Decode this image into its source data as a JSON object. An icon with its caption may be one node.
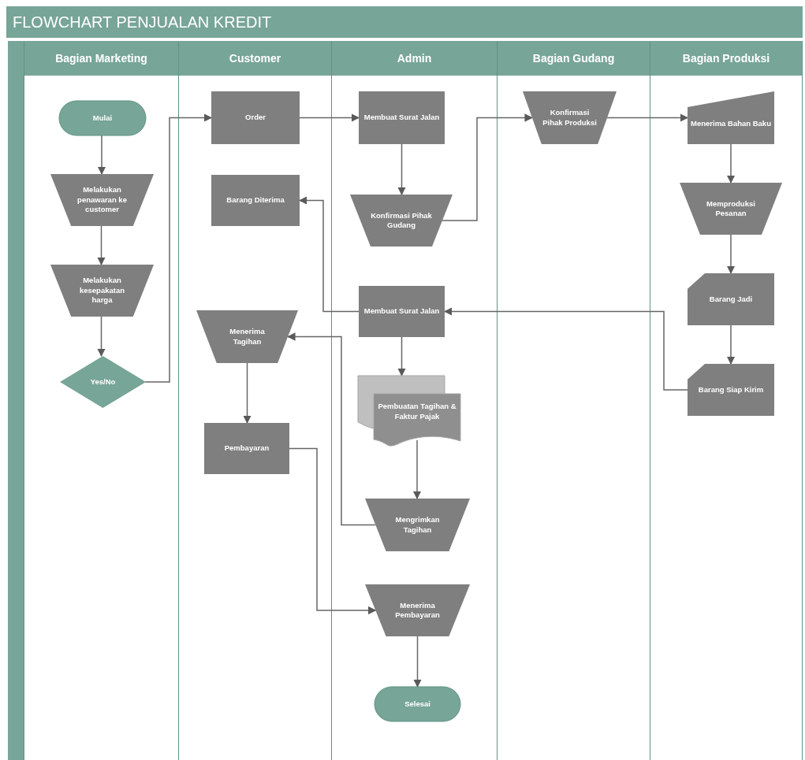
{
  "diagram": {
    "title": "FLOWCHART PENJUALAN KREDIT",
    "nodes": [
      {
        "text": [
          "Bagian Marketing"
        ]
      },
      {
        "text": [
          "Customer"
        ]
      },
      {
        "text": [
          "Admin"
        ]
      },
      {
        "text": [
          "Bagian Gudang"
        ]
      },
      {
        "text": [
          "Bagian Produksi"
        ]
      },
      {
        "text": [
          "Mulai"
        ],
        "in": 0
      },
      {
        "text": [
          "Melakukan penawaran ke customer"
        ],
        "in": 0
      },
      {
        "text": [
          "Melakukan kesepakatan harga"
        ],
        "in": 0
      },
      {
        "text": [
          "Yes/No"
        ],
        "in": 0
      },
      {
        "text": [
          "Order"
        ],
        "in": 1
      },
      {
        "text": [
          "Barang Diterima"
        ],
        "in": 1
      },
      {
        "text": [
          "Menerima Tagihan"
        ],
        "in": 1
      },
      {
        "text": [
          "Pembayaran"
        ],
        "in": 1
      },
      {
        "text": [
          "Membuat Surat Jalan"
        ],
        "in": 2
      },
      {
        "text": [
          "Konfirmasi Pihak Gudang"
        ],
        "in": 2
      },
      {
        "text": [
          "Membuat Surat Jalan"
        ],
        "in": 2
      },
      {
        "text": [
          "Pembuatan Tagihan & Faktur Pajak"
        ],
        "in": 2
      },
      {
        "text": [
          "Mengrimkan Tagihan"
        ],
        "in": 2
      },
      {
        "text": [
          "Menerima Pembayaran"
        ],
        "in": 2
      },
      {
        "text": [
          "Selesai"
        ],
        "in": 2
      },
      {
        "text": [
          "Konfirmasi Pihak Produksi"
        ],
        "in": 3
      },
      {
        "text": [
          "Menerima Bahan Baku"
        ],
        "in": 4
      },
      {
        "text": [
          "Memproduksi Pesanan"
        ],
        "in": 4
      },
      {
        "text": [
          "Barang Jadi"
        ],
        "in": 4
      },
      {
        "text": [
          "Barang Siap Kirim"
        ],
        "in": 4
      }
    ],
    "edges": [
      {
        "from": 5,
        "to": 6,
        "arrow": "to"
      },
      {
        "from": 6,
        "to": 7,
        "arrow": "to"
      },
      {
        "from": 7,
        "to": 8,
        "arrow": "to"
      },
      {
        "from": 8,
        "to": 9,
        "arrow": "to"
      },
      {
        "from": 9,
        "to": 13,
        "arrow": "to"
      },
      {
        "from": 13,
        "to": 14,
        "arrow": "to"
      },
      {
        "from": 14,
        "to": 20,
        "arrow": "to"
      },
      {
        "from": 20,
        "to": 21,
        "arrow": "to"
      },
      {
        "from": 21,
        "to": 22,
        "arrow": "to"
      },
      {
        "from": 22,
        "to": 23,
        "arrow": "to"
      },
      {
        "from": 23,
        "to": 24,
        "arrow": "to"
      },
      {
        "from": 24,
        "to": 15,
        "arrow": "to"
      },
      {
        "from": 15,
        "to": 10,
        "arrow": "to"
      },
      {
        "from": 15,
        "to": 16,
        "arrow": "to"
      },
      {
        "from": 16,
        "to": 17,
        "arrow": "to"
      },
      {
        "from": 17,
        "to": 11,
        "arrow": "to"
      },
      {
        "from": 11,
        "to": 12,
        "arrow": "to"
      },
      {
        "from": 12,
        "to": 18,
        "arrow": "to"
      },
      {
        "from": 18,
        "to": 19,
        "arrow": "to"
      }
    ]
  }
}
